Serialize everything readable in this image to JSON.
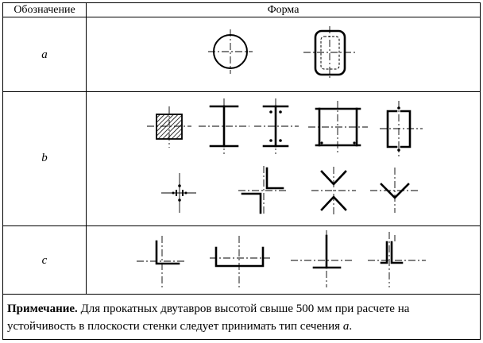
{
  "table": {
    "header": {
      "designation": "Обозначение",
      "shape": "Форма"
    },
    "rows": [
      {
        "label": "a"
      },
      {
        "label": "b"
      },
      {
        "label": "c"
      }
    ]
  },
  "note": {
    "title": "Примечание.",
    "text": " Для прокатных двутавров высотой свыше 500 мм при расчете на устойчивость в плоскости стенки следует принимать тип сечения ",
    "term": "a",
    "end": "."
  }
}
